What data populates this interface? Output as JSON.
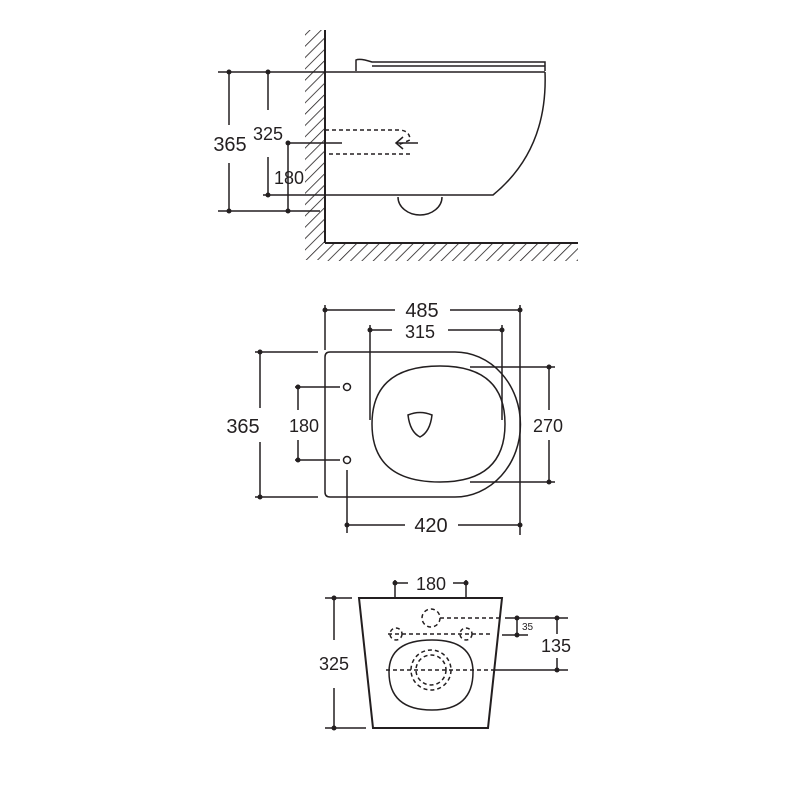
{
  "side_view": {
    "dim_height_total": "365",
    "dim_height_outlet": "325",
    "dim_height_inlet": "180"
  },
  "top_view": {
    "dim_length_total": "485",
    "dim_seat_length": "315",
    "dim_width": "365",
    "dim_hole_spacing": "180",
    "dim_seat_width": "270",
    "dim_length_from_holes": "420"
  },
  "rear_view": {
    "dim_hole_spacing": "180",
    "dim_height": "325",
    "dim_hole_offset": "35",
    "dim_outlet_offset": "135"
  },
  "colors": {
    "line": "#231f20",
    "background": "#ffffff"
  }
}
